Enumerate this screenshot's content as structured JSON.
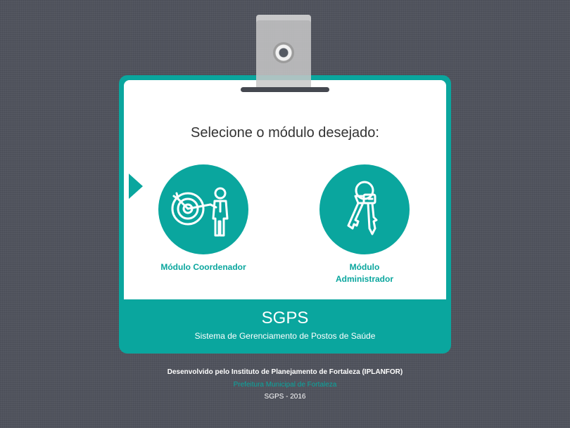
{
  "prompt": "Selecione o módulo desejado:",
  "modules": [
    {
      "label": "Módulo Coordenador",
      "icon": "target-presenter-icon"
    },
    {
      "label": "Módulo Administrador",
      "icon": "keys-icon"
    }
  ],
  "badge": {
    "title": "SGPS",
    "subtitle": "Sistema de Gerenciamento de Postos de Saúde"
  },
  "footer": {
    "developer": "Desenvolvido pelo Instituto de Planejamento de Fortaleza (IPLANFOR)",
    "prefeitura_link": "Prefeitura Municipal de Fortaleza",
    "copyright": "SGPS - 2016"
  },
  "colors": {
    "accent": "#0aa69e",
    "background": "#50535d",
    "card": "#ffffff"
  }
}
